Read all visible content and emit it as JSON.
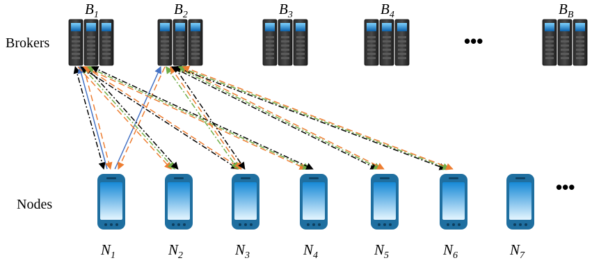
{
  "row_labels": {
    "brokers": "Brokers",
    "nodes": "Nodes"
  },
  "ellipsis": "•••",
  "brokers": [
    {
      "letter": "B",
      "sub": "1"
    },
    {
      "letter": "B",
      "sub": "2"
    },
    {
      "letter": "B",
      "sub": "3"
    },
    {
      "letter": "B",
      "sub": "4"
    },
    {
      "letter": "B",
      "sub": "B"
    }
  ],
  "nodes": [
    {
      "letter": "N",
      "sub": "1"
    },
    {
      "letter": "N",
      "sub": "2"
    },
    {
      "letter": "N",
      "sub": "3"
    },
    {
      "letter": "N",
      "sub": "4"
    },
    {
      "letter": "N",
      "sub": "5"
    },
    {
      "letter": "N",
      "sub": "6"
    },
    {
      "letter": "N",
      "sub": "7"
    }
  ],
  "colors": {
    "blue": "#4472c4",
    "orange": "#ed7d31",
    "green": "#70ad47",
    "black": "#000000",
    "phone_body": "#1f6fa0",
    "screen_top": "#1689d6",
    "screen_bottom": "#e6f6ff"
  },
  "connections": [
    {
      "broker": 1,
      "node": 1,
      "style": "dashdot",
      "color": "black",
      "direction": "both"
    },
    {
      "broker": 1,
      "node": 1,
      "style": "solid",
      "color": "blue",
      "direction": "to-broker"
    },
    {
      "broker": 1,
      "node": 1,
      "style": "dashed",
      "color": "orange",
      "direction": "to-node"
    },
    {
      "broker": 2,
      "node": 1,
      "style": "solid",
      "color": "blue",
      "direction": "to-broker"
    },
    {
      "broker": 2,
      "node": 1,
      "style": "dashed",
      "color": "orange",
      "direction": "to-node"
    },
    {
      "broker": 1,
      "node": 2,
      "style": "dashed",
      "color": "orange",
      "direction": "to-node"
    },
    {
      "broker": 1,
      "node": 2,
      "style": "dashdot",
      "color": "green",
      "direction": "both"
    },
    {
      "broker": 1,
      "node": 2,
      "style": "dashdot",
      "color": "black",
      "direction": "both"
    },
    {
      "broker": 1,
      "node": 3,
      "style": "dashdot",
      "color": "black",
      "direction": "both"
    },
    {
      "broker": 1,
      "node": 3,
      "style": "dashed",
      "color": "orange",
      "direction": "both"
    },
    {
      "broker": 1,
      "node": 4,
      "style": "dashed",
      "color": "orange",
      "direction": "both"
    },
    {
      "broker": 1,
      "node": 4,
      "style": "dashdot",
      "color": "green",
      "direction": "both"
    },
    {
      "broker": 1,
      "node": 4,
      "style": "dashdot",
      "color": "black",
      "direction": "both"
    },
    {
      "broker": 2,
      "node": 3,
      "style": "dashdot",
      "color": "green",
      "direction": "both"
    },
    {
      "broker": 2,
      "node": 3,
      "style": "dashed",
      "color": "orange",
      "direction": "both"
    },
    {
      "broker": 2,
      "node": 3,
      "style": "dashdot",
      "color": "black",
      "direction": "to-node"
    },
    {
      "broker": 2,
      "node": 5,
      "style": "dashdot",
      "color": "black",
      "direction": "both"
    },
    {
      "broker": 2,
      "node": 5,
      "style": "dashdot",
      "color": "green",
      "direction": "both"
    },
    {
      "broker": 2,
      "node": 5,
      "style": "dashed",
      "color": "orange",
      "direction": "both"
    },
    {
      "broker": 2,
      "node": 6,
      "style": "dashdot",
      "color": "black",
      "direction": "both"
    },
    {
      "broker": 2,
      "node": 6,
      "style": "dashdot",
      "color": "green",
      "direction": "both"
    },
    {
      "broker": 2,
      "node": 6,
      "style": "dashed",
      "color": "orange",
      "direction": "both"
    }
  ]
}
